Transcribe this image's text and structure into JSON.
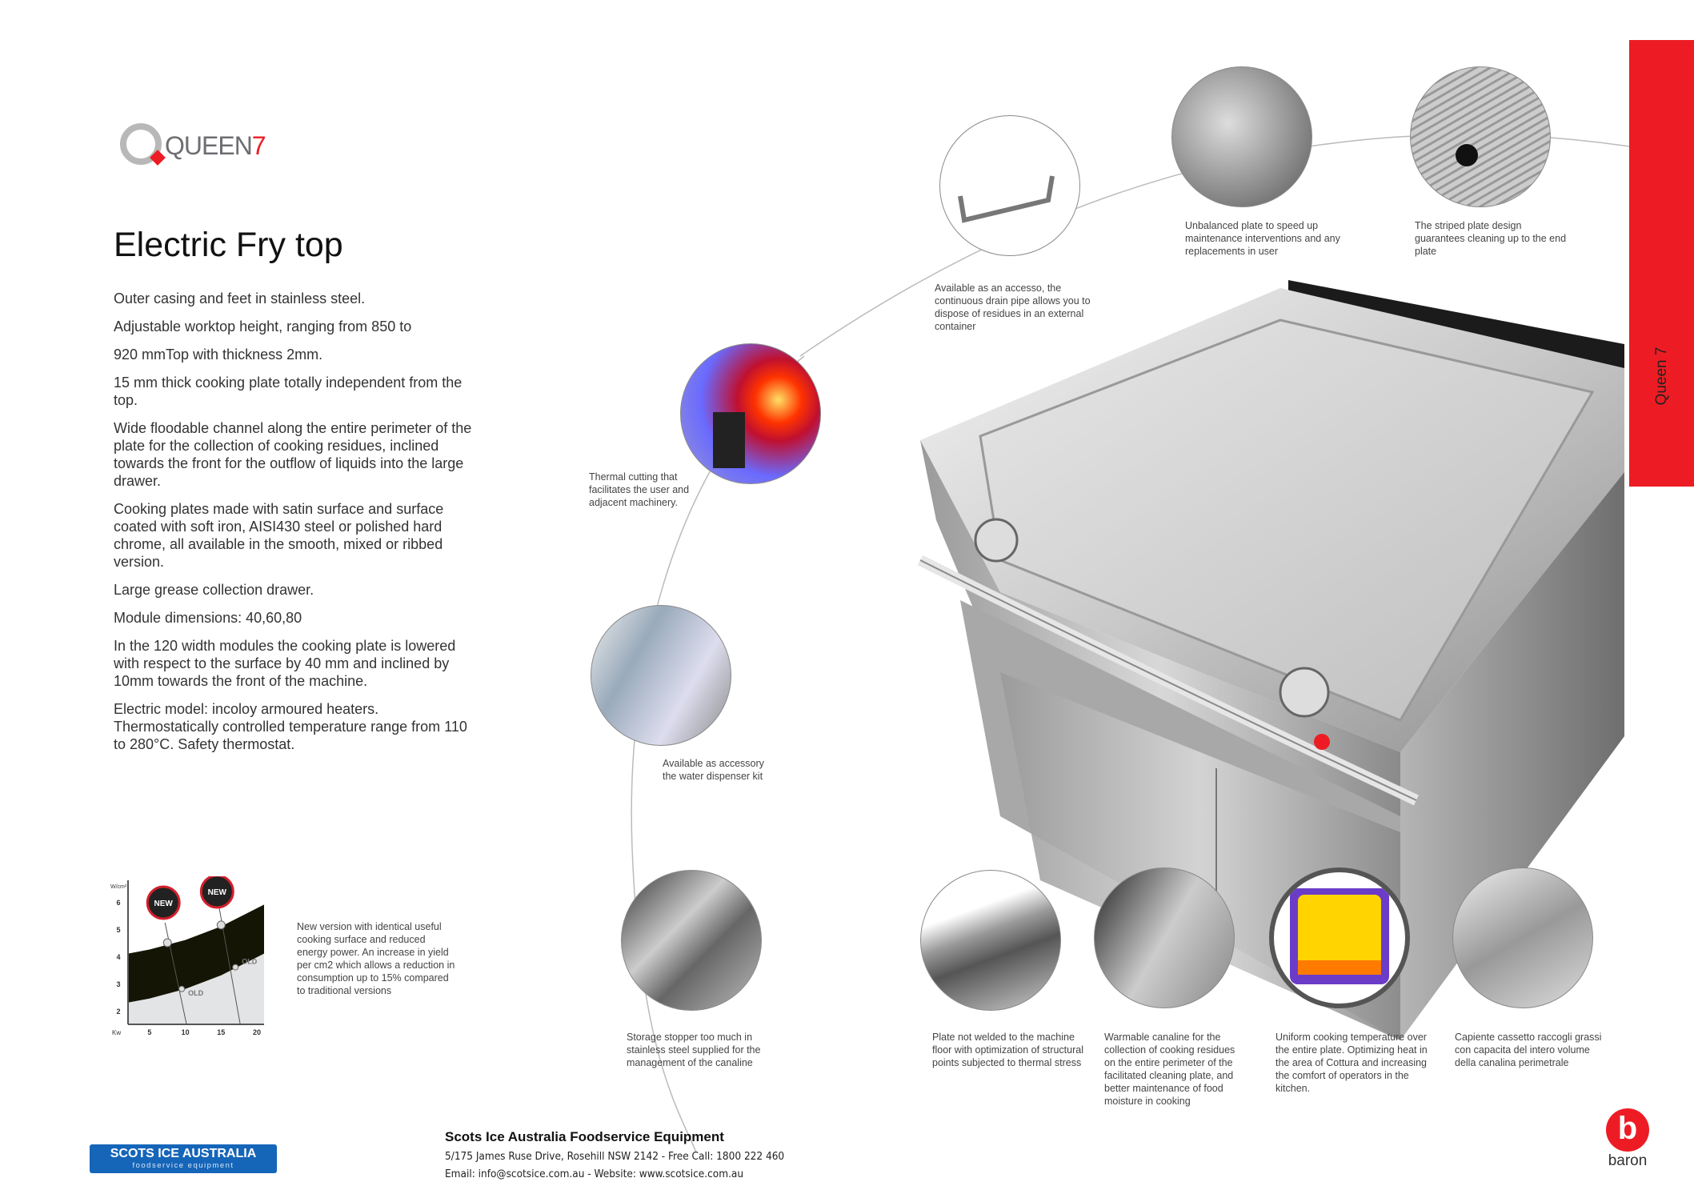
{
  "brand": {
    "logo_text": "QUEEN",
    "logo_number": "7",
    "side_tab": "Queen 7"
  },
  "title": "Electric Fry top",
  "description": [
    "Outer casing and feet in stainless steel.",
    "Adjustable worktop height, ranging from 850 to",
    "920 mmTop with thickness 2mm.",
    "15 mm thick cooking plate totally independent from the top.",
    "Wide floodable channel along the entire perimeter of the plate for the collection of cooking residues, inclined towards the front for the outflow of liquids into the large drawer.",
    "Cooking plates made with satin surface and surface coated with soft iron, AISI430 steel or polished hard chrome, all available in the smooth, mixed or ribbed version.",
    "Large grease collection drawer.",
    "Module dimensions: 40,60,80",
    "In the 120 width modules the cooking plate is lowered with respect to the surface by 40 mm and inclined by 10mm towards the front of the machine.",
    "Electric model: incoloy armoured heaters. Thermostatically controlled temperature range from 110 to 280°C. Safety thermostat."
  ],
  "features": {
    "drain_pipe": "Available as an accesso, the continuous drain pipe allows you to dispose of residues in an external container",
    "unbalanced_plate": "Unbalanced plate to speed up maintenance interventions and any replacements in user",
    "striped_plate": "The striped plate design guarantees cleaning up to the end plate",
    "thermal_cutting": "Thermal cutting that facilitates the user and adjacent machinery.",
    "water_kit": "Available as accessory the water dispenser kit",
    "storage_stopper": "Storage stopper too much in stainless steel supplied for the management of the canaline",
    "plate_not_welded": "Plate not welded to the machine floor with optimization of structural points subjected to thermal stress",
    "warmable_canaline": "Warmable canaline for the collection of cooking residues on the entire perimeter of the facilitated cleaning plate, and better maintenance of food moisture in cooking",
    "uniform_temp": "Uniform cooking temperature over the entire plate. Optimizing heat in the area of Cottura and increasing the comfort of operators in the kitchen.",
    "capiente": "Capiente cassetto raccogli grassi con capacita del intero volume della canalina perimetrale"
  },
  "chart_note": "New version with identical useful cooking surface and reduced energy power. An increase in yield per cm2 which allows a reduction in consumption up to 15% compared to traditional versions",
  "chart_data": {
    "type": "area",
    "title": "",
    "xlabel": "Kw",
    "ylabel": "W/cm²",
    "xlim": [
      2,
      21
    ],
    "ylim": [
      1.5,
      6.5
    ],
    "x_ticks": [
      "5",
      "10",
      "15",
      "20"
    ],
    "y_ticks": [
      "2",
      "3",
      "4",
      "5",
      "6"
    ],
    "band": {
      "x": [
        2,
        5,
        10,
        15,
        21
      ],
      "upper": [
        4.1,
        4.25,
        4.6,
        5.1,
        5.9
      ],
      "lower": [
        2.3,
        2.45,
        2.8,
        3.3,
        4.1
      ]
    },
    "points": [
      {
        "label": "NEW",
        "x": 7.5,
        "y": 4.5
      },
      {
        "label": "NEW",
        "x": 15,
        "y": 5.15
      },
      {
        "label": "OLD",
        "x": 9.5,
        "y": 2.8
      },
      {
        "label": "OLD",
        "x": 17,
        "y": 3.6
      }
    ],
    "colors": {
      "band": "#151505",
      "below": "#e3e4e6",
      "badge_ring": "#d4202c"
    }
  },
  "footer": {
    "badge_title": "SCOTS ICE AUSTRALIA",
    "badge_sub": "foodservice equipment",
    "company": "Scots Ice Australia Foodservice Equipment",
    "address": "5/175 James Ruse Drive, Rosehill NSW 2142 - Free Call: 1800 222 460",
    "contact": "Email: info@scotsice.com.au - Website: www.scotsice.com.au",
    "baron_letter": "b",
    "baron": "baron"
  },
  "colors": {
    "accent": "#ed1c24",
    "blue": "#1565b8"
  }
}
